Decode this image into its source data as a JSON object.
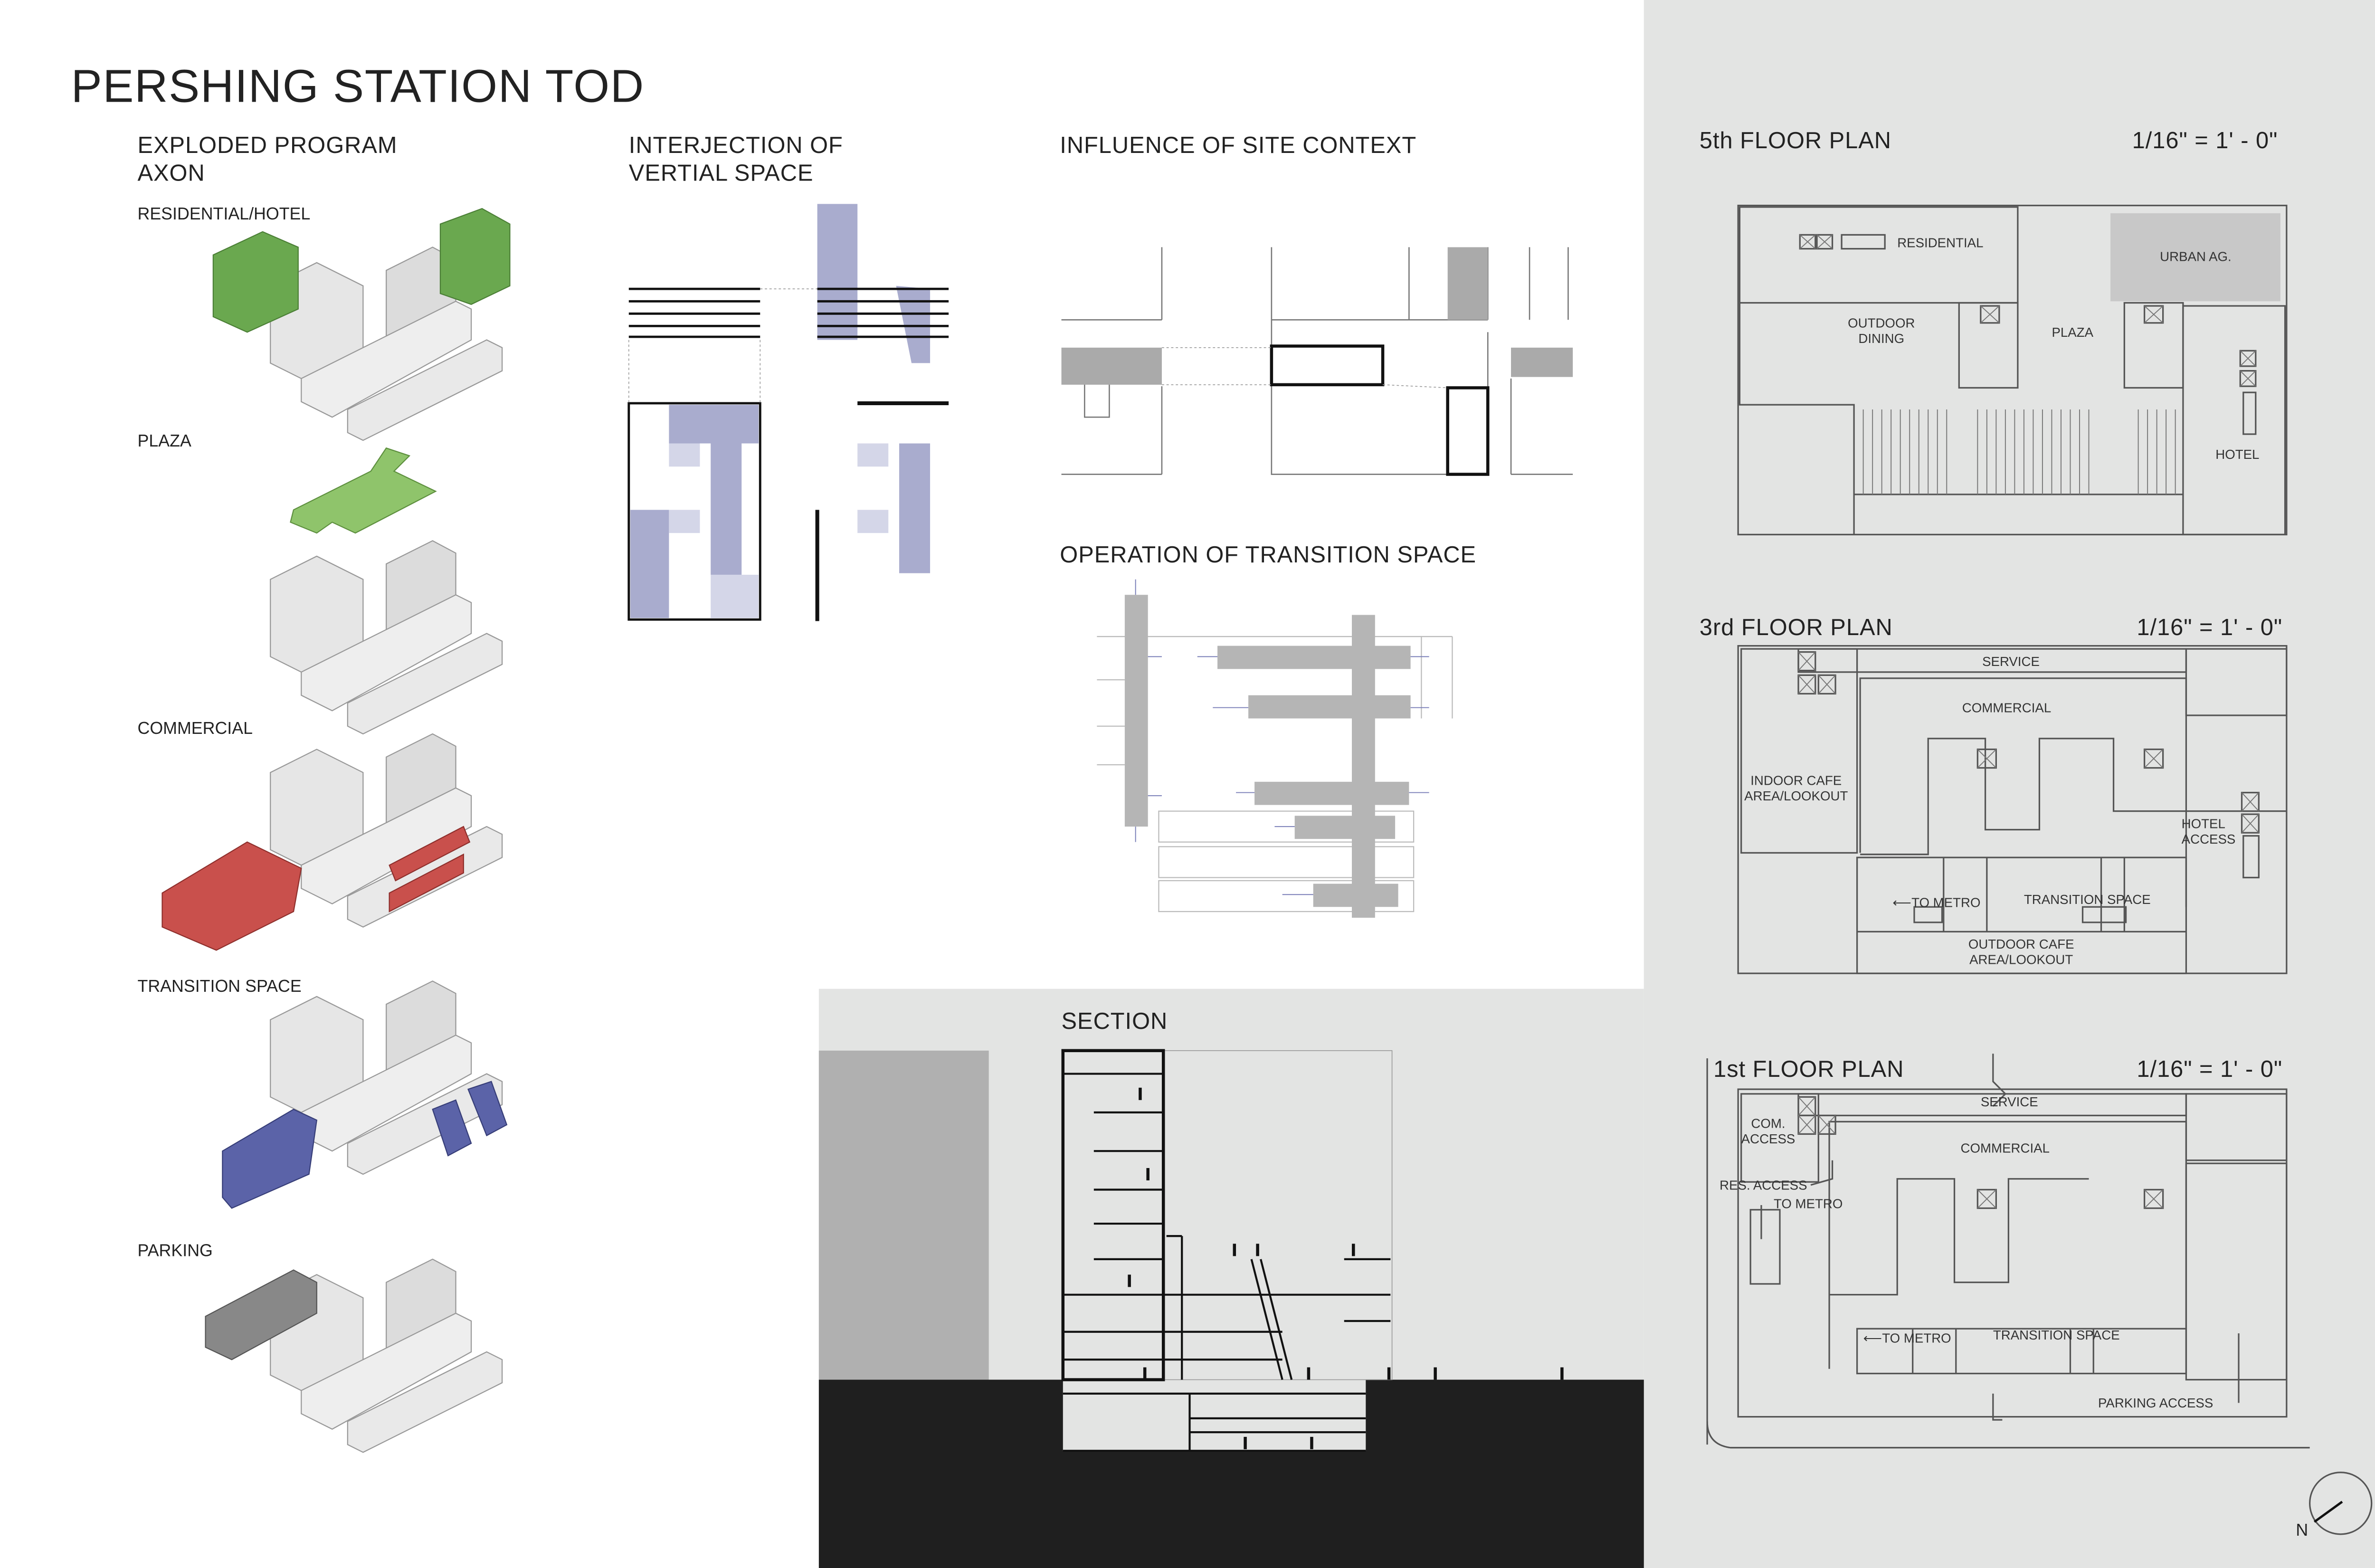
{
  "title": "PERSHING STATION TOD",
  "columns": {
    "exploded": "EXPLODED PROGRAM\nAXON",
    "interjection": "INTERJECTION OF\nVERTIAL SPACE",
    "site_context": "INFLUENCE OF SITE CONTEXT",
    "transition": "OPERATION OF TRANSITION SPACE",
    "section": "SECTION"
  },
  "axon_layers": [
    {
      "label": "RESIDENTIAL/HOTEL",
      "color": "#6aa84f"
    },
    {
      "label": "PLAZA",
      "color": "#8fc46b"
    },
    {
      "label": "COMMERCIAL",
      "color": "#c9504c"
    },
    {
      "label": "TRANSITION SPACE",
      "color": "#5b63a8"
    },
    {
      "label": "PARKING",
      "color": "#888888"
    }
  ],
  "plans": {
    "fifth": {
      "title": "5th FLOOR PLAN",
      "scale": "1/16\" = 1' - 0\"",
      "rooms": {
        "residential": "RESIDENTIAL",
        "urban_ag": "URBAN AG.",
        "outdoor_dining": "OUTDOOR\nDINING",
        "plaza": "PLAZA",
        "hotel": "HOTEL"
      }
    },
    "third": {
      "title": "3rd FLOOR PLAN",
      "scale": "1/16\" = 1' - 0\"",
      "rooms": {
        "service": "SERVICE",
        "commercial": "COMMERCIAL",
        "indoor_cafe": "INDOOR CAFE\nAREA/LOOKOUT",
        "hotel_access": "HOTEL\nACCESS",
        "to_metro": "⟵TO METRO",
        "transition": "TRANSITION SPACE",
        "outdoor_cafe": "OUTDOOR CAFE\nAREA/LOOKOUT"
      }
    },
    "first": {
      "title": "1st FLOOR PLAN",
      "scale": "1/16\" = 1' - 0\"",
      "rooms": {
        "service": "SERVICE",
        "com_access": "COM.\nACCESS",
        "commercial": "COMMERCIAL",
        "res_access": "RES. ACCESS",
        "to_metro_1": "TO METRO",
        "to_metro_2": "⟵TO METRO",
        "transition": "TRANSITION SPACE",
        "parking_access": "PARKING ACCESS"
      }
    }
  },
  "north_label": "N",
  "colors": {
    "panel": "#e3e4e3",
    "ground": "#1f1f1f",
    "purple": "#a9acce"
  }
}
